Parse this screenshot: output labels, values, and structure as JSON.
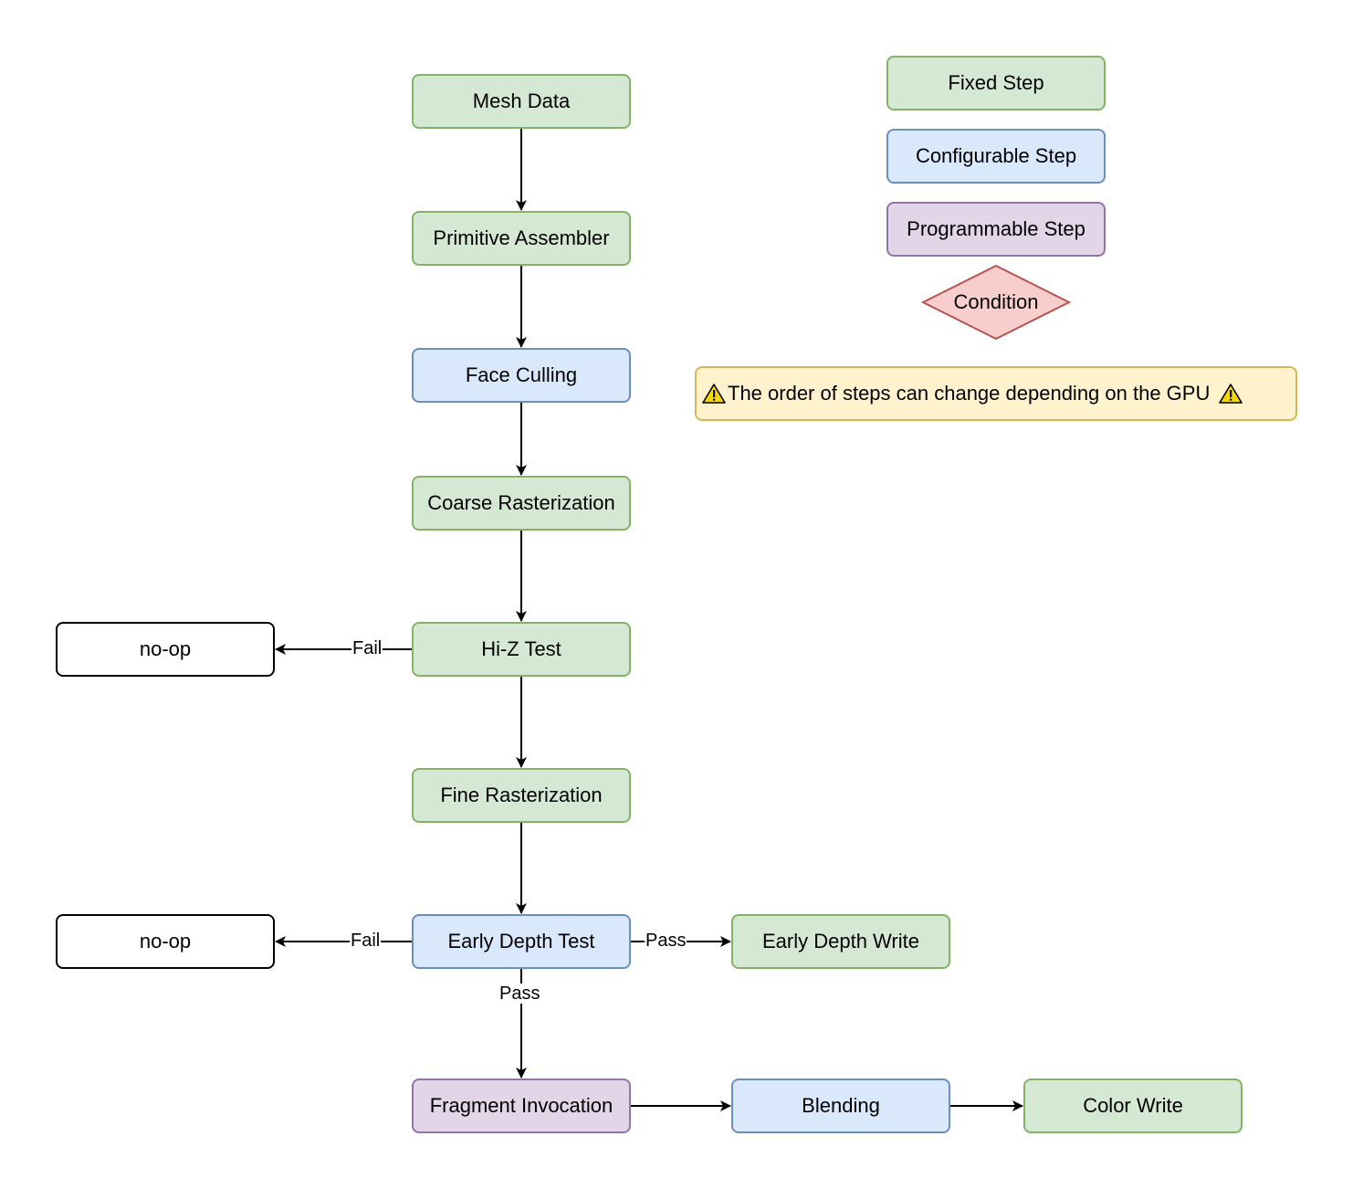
{
  "nodes": {
    "mesh_data": "Mesh Data",
    "primitive_assembler": "Primitive Assembler",
    "face_culling": "Face Culling",
    "coarse_rasterization": "Coarse Rasterization",
    "hiz_test": "Hi-Z Test",
    "noop_1": "no-op",
    "fine_rasterization": "Fine Rasterization",
    "early_depth_test": "Early Depth Test",
    "noop_2": "no-op",
    "early_depth_write": "Early Depth Write",
    "fragment_invocation": "Fragment Invocation",
    "blending": "Blending",
    "color_write": "Color Write"
  },
  "edge_labels": {
    "hiz_fail": "Fail",
    "edt_fail": "Fail",
    "edt_pass_right": "Pass",
    "edt_pass_down": "Pass"
  },
  "legend": {
    "fixed": "Fixed Step",
    "configurable": "Configurable Step",
    "programmable": "Programmable Step",
    "condition": "Condition"
  },
  "note": {
    "text": "The order of steps can change depending on the GPU",
    "icon": "warning-icon"
  },
  "colors": {
    "fixed_fill": "#d5e8d4",
    "fixed_stroke": "#82b366",
    "configurable_fill": "#dae8fc",
    "configurable_stroke": "#6c8ebf",
    "programmable_fill": "#e1d5e7",
    "programmable_stroke": "#9673a6",
    "condition_fill": "#f8cecc",
    "condition_stroke": "#b85450",
    "note_fill": "#fff2cc",
    "note_stroke": "#d6b656"
  }
}
